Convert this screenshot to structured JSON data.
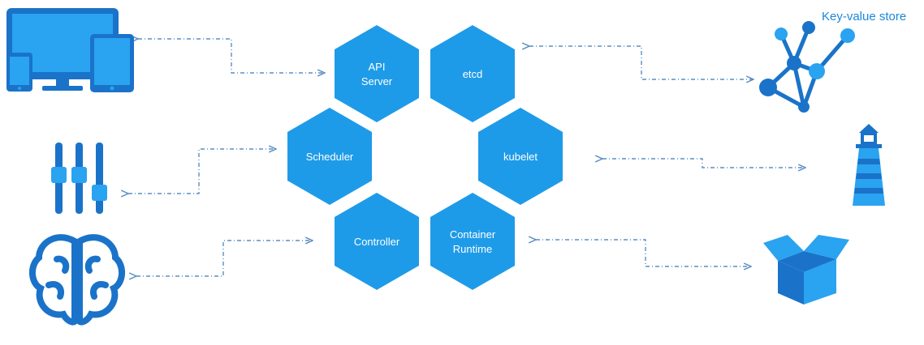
{
  "diagram": {
    "labels": {
      "key_value_store": "Key-value store"
    },
    "components": [
      {
        "id": "api-server",
        "lines": [
          "API",
          "Server"
        ]
      },
      {
        "id": "etcd",
        "lines": [
          "etcd"
        ]
      },
      {
        "id": "scheduler",
        "lines": [
          "Scheduler"
        ]
      },
      {
        "id": "kubelet",
        "lines": [
          "kubelet"
        ]
      },
      {
        "id": "controller",
        "lines": [
          "Controller"
        ]
      },
      {
        "id": "container-runtime",
        "lines": [
          "Container",
          "Runtime"
        ]
      }
    ],
    "icons": [
      {
        "id": "devices-icon",
        "meaning": "devices"
      },
      {
        "id": "sliders-icon",
        "meaning": "controls"
      },
      {
        "id": "brain-icon",
        "meaning": "brain"
      },
      {
        "id": "network-icon",
        "meaning": "key-value store"
      },
      {
        "id": "lighthouse-icon",
        "meaning": "lighthouse"
      },
      {
        "id": "box-icon",
        "meaning": "box"
      }
    ],
    "colors": {
      "hex_fill": "#1e9be8",
      "icon_fill": "#2597e6",
      "icon_dark": "#1a73c9",
      "connector": "#5b8fc4",
      "label": "#1a88d8"
    }
  }
}
